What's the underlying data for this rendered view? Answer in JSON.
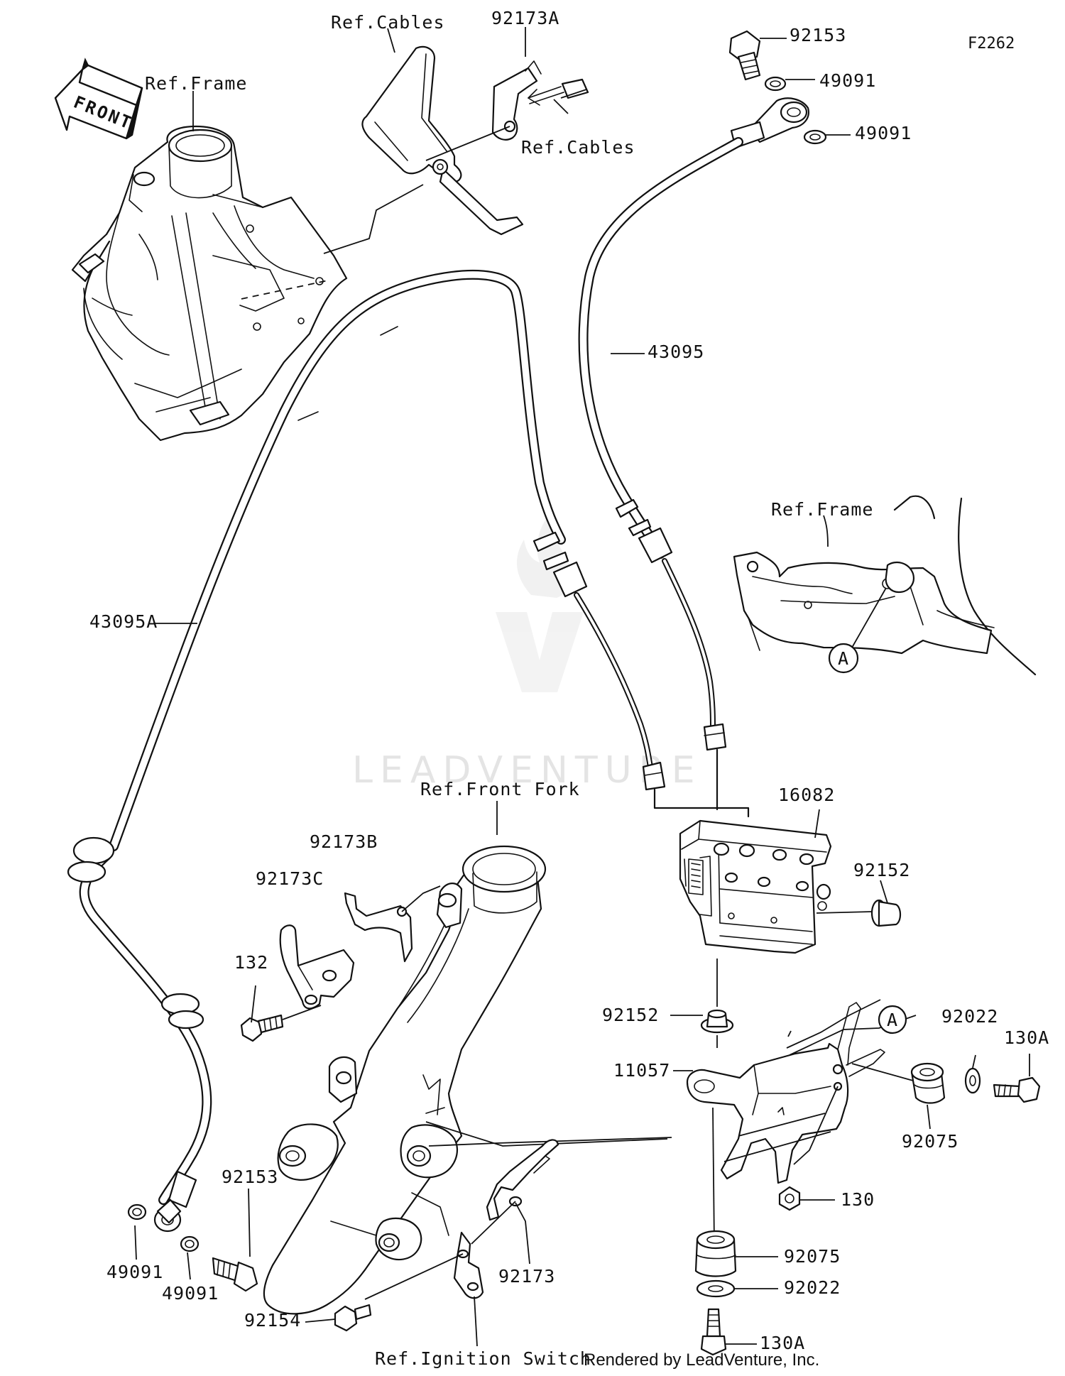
{
  "diagram_code": "F2262",
  "front_arrow_label": "FRONT",
  "watermark": "LEADVENTURE",
  "credit": "Rendered by LeadVenture, Inc.",
  "labels": {
    "ref_cables_top": "Ref.Cables",
    "ref_frame_top": "Ref.Frame",
    "part_92173A": "92173A",
    "ref_cables_mid": "Ref.Cables",
    "part_92153_top": "92153",
    "part_49091_top1": "49091",
    "part_49091_top2": "49091",
    "part_43095": "43095",
    "part_43095A": "43095A",
    "ref_frame_right": "Ref.Frame",
    "callout_a_right": "A",
    "ref_front_fork": "Ref.Front Fork",
    "part_16082": "16082",
    "part_92152_right": "92152",
    "part_92173B": "92173B",
    "part_92173C": "92173C",
    "part_132": "132",
    "part_92152_low": "92152",
    "callout_a_low": "A",
    "part_92022_right": "92022",
    "part_130A_right": "130A",
    "part_11057": "11057",
    "part_92075_right": "92075",
    "part_130": "130",
    "part_92153_low": "92153",
    "part_92075_low": "92075",
    "part_49091_low1": "49091",
    "part_49091_low2": "49091",
    "part_92173": "92173",
    "part_92022_low": "92022",
    "part_92154": "92154",
    "part_130A_low": "130A",
    "ref_ignition_switch": "Ref.Ignition Switch"
  }
}
